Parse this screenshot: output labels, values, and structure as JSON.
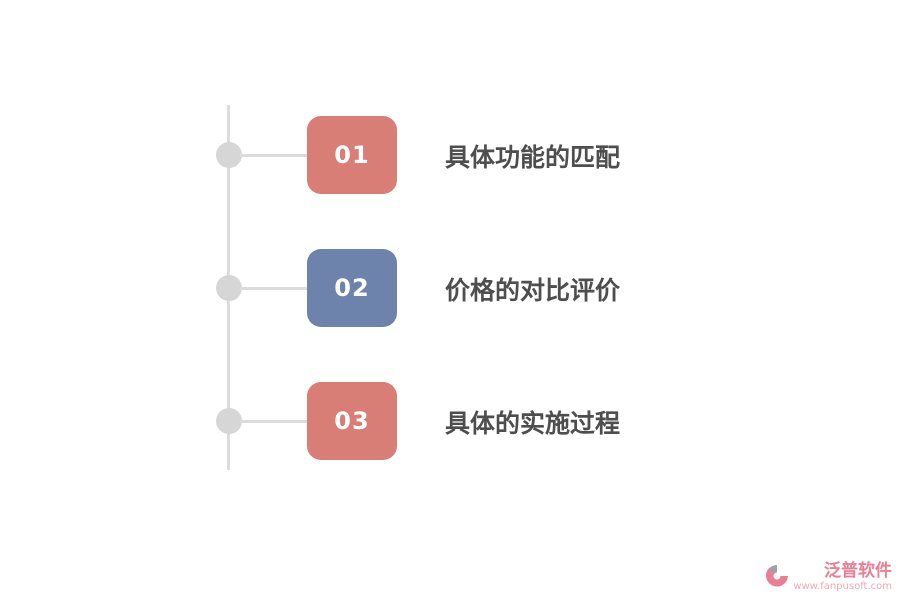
{
  "items": [
    {
      "number": "01",
      "label": "具体功能的匹配",
      "color": "#d87e76"
    },
    {
      "number": "02",
      "label": "价格的对比评价",
      "color": "#6e83ac"
    },
    {
      "number": "03",
      "label": "具体的实施过程",
      "color": "#d87e76"
    }
  ],
  "logo": {
    "name": "泛普软件",
    "url": "www.fanpusoft.com",
    "color": "#e87f95"
  },
  "colors": {
    "timeline": "#dcdcdc",
    "node": "#d6d6d6",
    "label_text": "#4e4e4e"
  }
}
